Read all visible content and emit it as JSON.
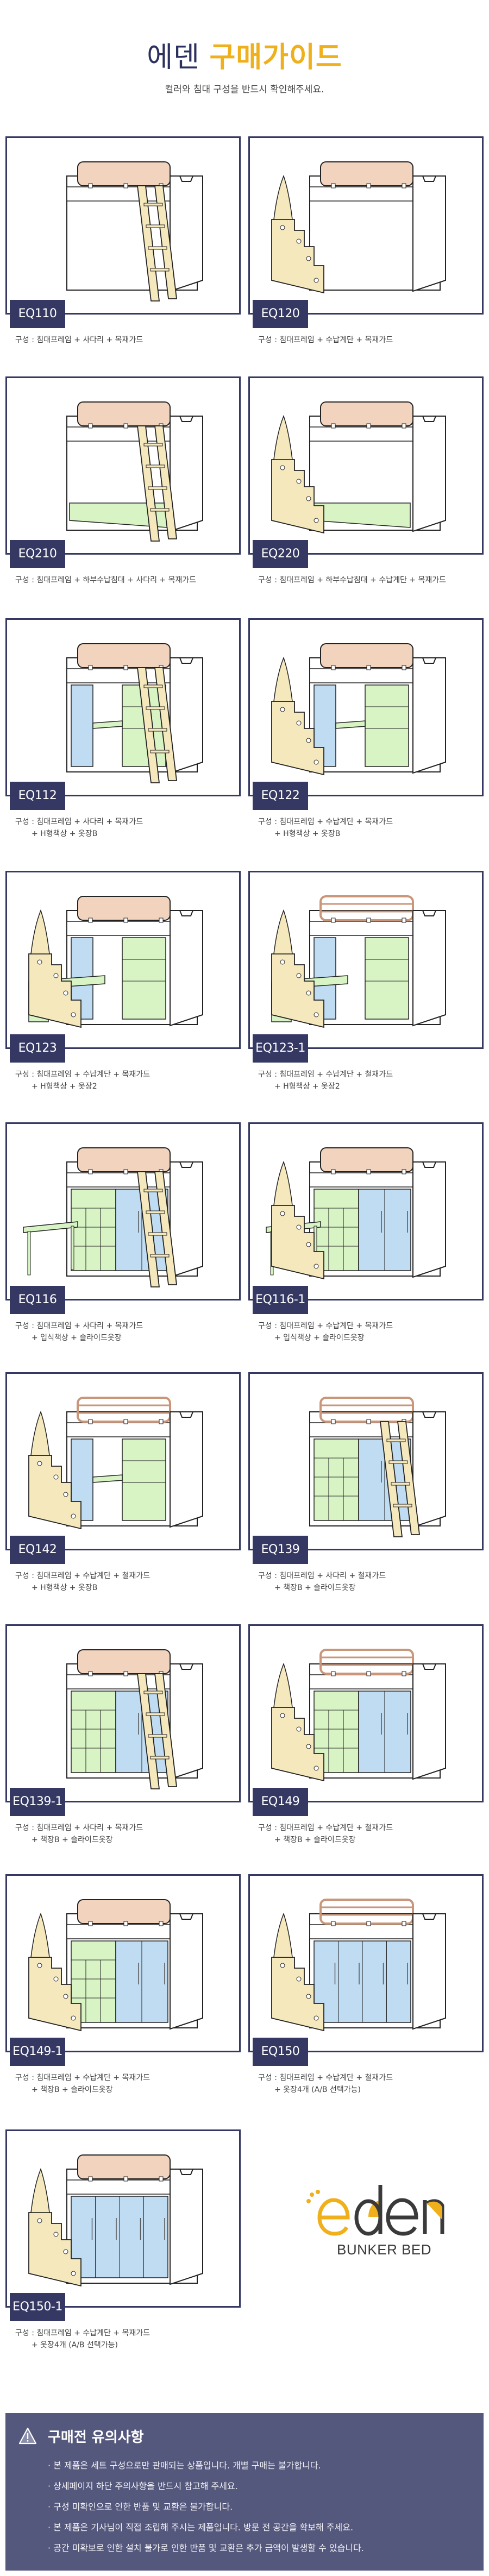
{
  "header": {
    "title_brand": "에덴",
    "title_main": "구매가이드",
    "subtitle": "컬러와 침대 구성을 반드시 확인해주세요."
  },
  "colors": {
    "navy": "#343862",
    "gold": "#f0b01c",
    "guard_wood": "#f2d3bd",
    "ladder": "#f5e8bd",
    "shelf_green": "#d8f4c4",
    "wardrobe_blue": "#bfdcf3",
    "notice_bg": "#55587d"
  },
  "products": [
    {
      "code": "EQ110",
      "desc_line1": "구성 : 침대프레임 + 사다리 + 목재가드",
      "desc_line2": ""
    },
    {
      "code": "EQ120",
      "desc_line1": "구성 : 침대프레임 + 수납계단 + 목재가드",
      "desc_line2": ""
    },
    {
      "code": "EQ210",
      "desc_line1": "구성 : 침대프레임 + 하부수납침대 + 사다리 + 목재가드",
      "desc_line2": ""
    },
    {
      "code": "EQ220",
      "desc_line1": "구성 : 침대프레임 + 하부수납침대 + 수납계단 + 목재가드",
      "desc_line2": ""
    },
    {
      "code": "EQ112",
      "desc_line1": "구성 : 침대프레임 + 사다리 + 목재가드",
      "desc_line2": "+ H형책상 + 옷장B"
    },
    {
      "code": "EQ122",
      "desc_line1": "구성 : 침대프레임 + 수납계단 + 목재가드",
      "desc_line2": "+ H형책상 + 옷장B"
    },
    {
      "code": "EQ123",
      "desc_line1": "구성 : 침대프레임 + 수납계단 + 목재가드",
      "desc_line2": "+ H형책상 + 옷장2"
    },
    {
      "code": "EQ123-1",
      "desc_line1": "구성 : 침대프레임 + 수납계단 + 철재가드",
      "desc_line2": "+ H형책상 + 옷장2"
    },
    {
      "code": "EQ116",
      "desc_line1": "구성 : 침대프레임 + 사다리 + 목재가드",
      "desc_line2": "+ 입식책상 + 슬라이드옷장"
    },
    {
      "code": "EQ116-1",
      "desc_line1": "구성 : 침대프레임 + 수납계단 + 목재가드",
      "desc_line2": "+ 입식책상 + 슬라이드옷장"
    },
    {
      "code": "EQ142",
      "desc_line1": "구성 : 침대프레임 + 수납계단 + 철재가드",
      "desc_line2": "+ H형책상 + 옷장B"
    },
    {
      "code": "EQ139",
      "desc_line1": "구성 : 침대프레임 + 사다리 + 철재가드",
      "desc_line2": "+ 책장B + 슬라이드옷장"
    },
    {
      "code": "EQ139-1",
      "desc_line1": "구성 : 침대프레임 + 사다리 + 목재가드",
      "desc_line2": "+ 책장B + 슬라이드옷장"
    },
    {
      "code": "EQ149",
      "desc_line1": "구성 : 침대프레임 + 수납계단 + 철재가드",
      "desc_line2": "+ 책장B + 슬라이드옷장"
    },
    {
      "code": "EQ149-1",
      "desc_line1": "구성 : 침대프레임 + 수납계단 + 목재가드",
      "desc_line2": "+ 책장B + 슬라이드옷장"
    },
    {
      "code": "EQ150",
      "desc_line1": "구성 : 침대프레임 + 수납계단 + 철재가드",
      "desc_line2": "+ 옷장4개 (A/B 선택가능)"
    },
    {
      "code": "EQ150-1",
      "desc_line1": "구성 : 침대프레임 + 수납계단 + 목재가드",
      "desc_line2": "+ 옷장4개 (A/B 선택가능)"
    }
  ],
  "logo": {
    "wordmark": "eden",
    "tagline": "BUNKER BED"
  },
  "notice": {
    "icon": "warning-triangle-icon",
    "title": "구매전 유의사항",
    "items": [
      "본 제품은 세트 구성으로만 판매되는 상품입니다. 개별 구매는 불가합니다.",
      "상세페이지 하단 주의사항을 반드시 참고해 주세요.",
      "구성 미확인으로 인한 반품 및 교환은 불가합니다.",
      "본 제품은 기사님이 직접 조립해 주시는 제품입니다. 방문 전 공간을 확보해 주세요.",
      "공간 미확보로 인한 설치 불가로 인한 반품 및 교환은 추가 금액이 발생할 수 있습니다."
    ]
  }
}
